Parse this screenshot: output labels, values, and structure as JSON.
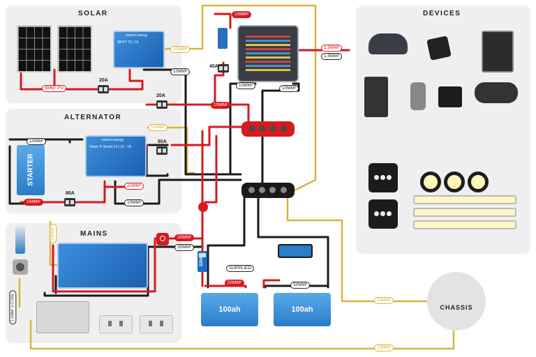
{
  "sections": {
    "solar": "SOLAR",
    "alternator": "ALTERNATOR",
    "mains": "MAINS",
    "devices": "DEVICES"
  },
  "components": {
    "starter": "STARTER",
    "battery_1": "100ah",
    "battery_2": "100ah",
    "chassis": "CHASSIS",
    "mppt_text": "MPPT 75 | 15",
    "dcdc_text": "Orion-Tr Smart 12 | 12 - 18",
    "brand": "victron energy"
  },
  "fuses": {
    "solar_20a_1": "20A",
    "solar_20a_2": "20A",
    "fusebox_40a": "40A",
    "alt_60a": "60A",
    "starter_80a": "80A",
    "battery_225a": "225A"
  },
  "cable_labels": {
    "solar_pv": "6MM² PV",
    "mppt_out": "10MM²",
    "mppt_earth": "10MM²",
    "fb_in_top": "10MM²",
    "fb_neg": "10MM²",
    "fb_neg2": "10MM²",
    "to_bus": "10MM²",
    "dev_red": "1.5MM²",
    "dev_black": "1.5MM²",
    "alt_earth": "10MM²",
    "starter_top": "10MM²",
    "starter_bottom": "16MM²",
    "dcdc_red": "10MM²",
    "dcdc_black": "10MM²",
    "mains_earth": "10MM²",
    "mains_red": "25MM²",
    "mains_black": "35MM²",
    "supplied": "SUPPLIED",
    "batt_red": "50MM²",
    "batt_black": "50MM²",
    "chassis_1": "10MM²",
    "chassis_2": "10MM²",
    "ac_cable": "2.5MM² 3 CORE"
  },
  "colors": {
    "positive": "#d71920",
    "negative": "#1a1a1a",
    "earth": "#d9b33a",
    "victron_blue": "#2b7cc9"
  }
}
